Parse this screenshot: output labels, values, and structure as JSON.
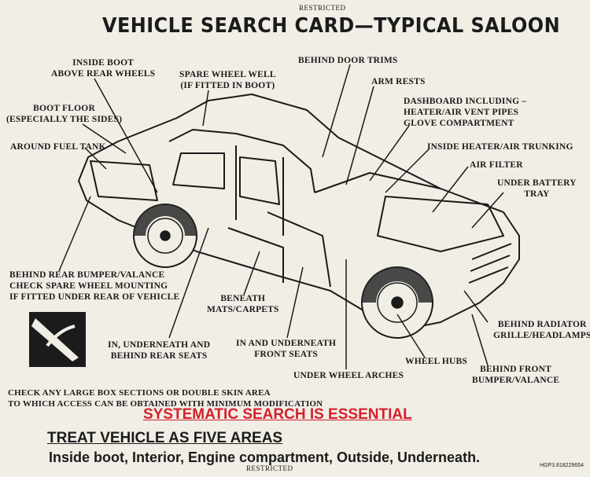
{
  "restricted_top": "RESTRICTED",
  "restricted_bottom": "RESTRICTED",
  "title": "VEHICLE SEARCH CARD—TYPICAL SALOON",
  "labels": {
    "inside_boot": "INSIDE BOOT\nABOVE REAR WHEELS",
    "spare_wheel_well": "SPARE WHEEL WELL\n(IF FITTED IN BOOT)",
    "behind_door_trims": "BEHIND DOOR TRIMS",
    "arm_rests": "ARM RESTS",
    "dashboard": "DASHBOARD INCLUDING –\nHEATER/AIR VENT PIPES\nGLOVE COMPARTMENT",
    "boot_floor": "BOOT FLOOR\n(ESPECIALLY THE SIDES)",
    "around_fuel_tank": "AROUND FUEL TANK",
    "inside_heater": "INSIDE HEATER/AIR TRUNKING",
    "air_filter": "AIR FILTER",
    "under_battery": "UNDER BATTERY\nTRAY",
    "rear_bumper": "BEHIND REAR BUMPER/VALANCE\nCHECK SPARE WHEEL MOUNTING\nIF FITTED UNDER REAR OF VEHICLE",
    "beneath_mats": "BENEATH\nMATS/CARPETS",
    "rear_seats": "IN, UNDERNEATH AND\nBEHIND REAR SEATS",
    "front_seats": "IN AND UNDERNEATH\nFRONT SEATS",
    "radiator": "BEHIND RADIATOR\nGRILLE/HEADLAMPS",
    "wheel_hubs": "WHEEL HUBS",
    "wheel_arches": "UNDER WHEEL ARCHES",
    "front_bumper": "BEHIND FRONT\nBUMPER/VALANCE"
  },
  "box_sections_note": "CHECK ANY LARGE BOX SECTIONS OR DOUBLE SKIN AREA\nTO WHICH ACCESS CAN BE OBTAINED WITH MINIMUM MODIFICATION",
  "systematic": "SYSTEMATIC SEARCH IS ESSENTIAL",
  "treat": "TREAT VEHICLE AS FIVE AREAS",
  "areas_list": "Inside boot, Interior, Engine compartment, Outside, Underneath.",
  "reference": "HGP3.818229654",
  "colors": {
    "accent_red": "#d6202a",
    "paper": "#f1eee6",
    "ink": "#1b1b1b"
  }
}
